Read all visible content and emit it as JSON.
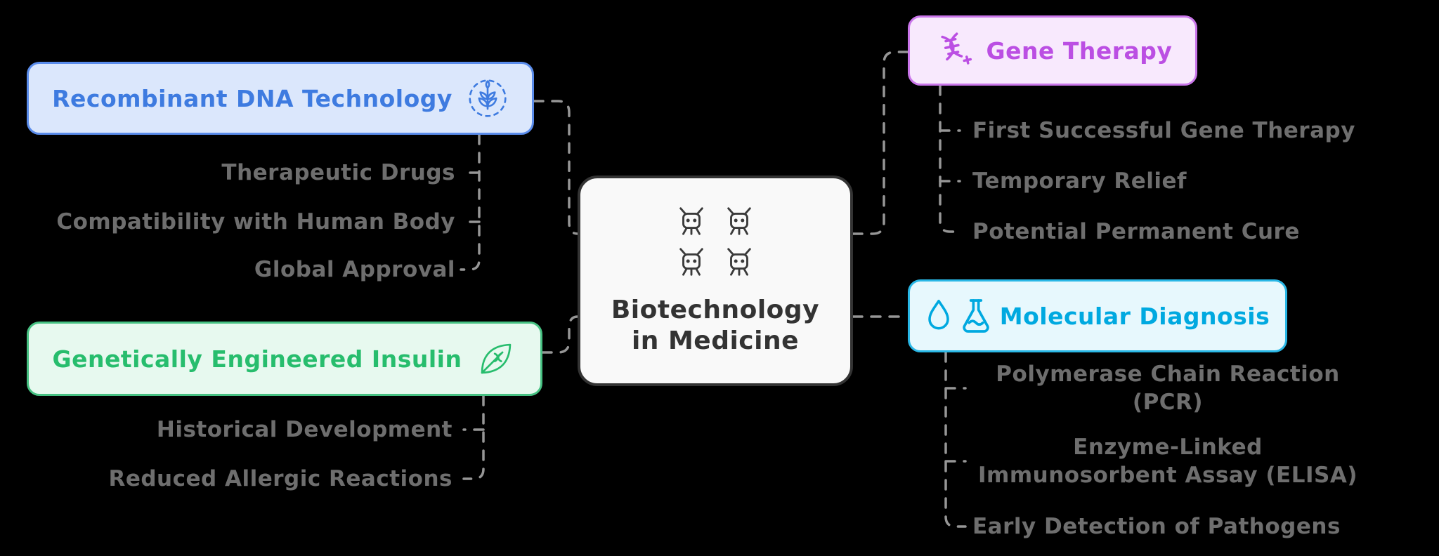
{
  "title": "Biotechnology in Medicine mindmap",
  "center": {
    "line1": "Biotechnology",
    "line2": "in Medicine",
    "icon": "nanobot-icon",
    "icon_count": 4,
    "fill": "#f9f9f9",
    "border": "#333333",
    "text_color": "#333333"
  },
  "branches": {
    "recombinant_dna": {
      "label": "Recombinant DNA Technology",
      "icon": "wheat-grain-icon",
      "fill": "#dbe7fc",
      "border": "#5a8ceb",
      "text_color": "#3e7be0",
      "children": [
        "Therapeutic Drugs",
        "Compatibility with Human Body",
        "Global Approval"
      ]
    },
    "insulin": {
      "label": "Genetically Engineered Insulin",
      "icon": "leaf-dna-icon",
      "fill": "#e7f9ef",
      "border": "#46c182",
      "text_color": "#27bd6d",
      "children": [
        "Historical Development",
        "Reduced Allergic Reactions"
      ]
    },
    "gene_therapy": {
      "label": "Gene Therapy",
      "icon": "dna-helix-icon",
      "fill": "#f8e9fd",
      "border": "#ca76ea",
      "text_color": "#bb4fe3",
      "children": [
        "First Successful Gene Therapy",
        "Temporary Relief",
        "Potential Permanent Cure"
      ]
    },
    "molecular_diagnosis": {
      "label": "Molecular Diagnosis",
      "icons": [
        "droplet-icon",
        "flask-dna-icon"
      ],
      "fill": "#e7f8fd",
      "border": "#29b7e6",
      "text_color": "#00a9e0",
      "children": [
        "Polymerase Chain Reaction (PCR)",
        "Enzyme-Linked Immunosorbent Assay (ELISA)",
        "Early Detection of Pathogens"
      ]
    }
  },
  "style": {
    "background": "#000000",
    "connector_color": "#969696",
    "connector_style": "dashed",
    "child_text_color": "#6e6e6e"
  }
}
